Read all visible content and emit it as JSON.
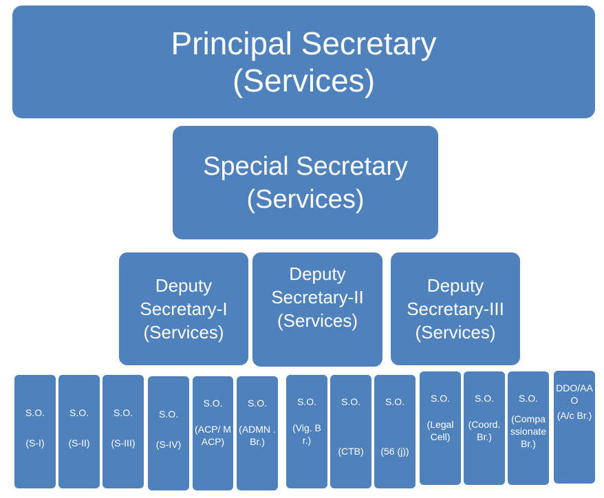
{
  "top": {
    "line1": "Principal Secretary",
    "line2": "(Services)"
  },
  "special": {
    "line1": "Special Secretary",
    "line2": "(Services)"
  },
  "deputies": [
    {
      "line1": "Deputy",
      "line2": "Secretary-I",
      "line3": "(Services)"
    },
    {
      "line1": "Deputy",
      "line2": "Secretary-II",
      "line3": "(Services)"
    },
    {
      "line1": "Deputy",
      "line2": "Secretary-III",
      "line3": "(Services)"
    }
  ],
  "offices": [
    {
      "title": "S.O.",
      "branch": "(S-I)"
    },
    {
      "title": "S.O.",
      "branch": "(S-II)"
    },
    {
      "title": "S.O.",
      "branch": "(S-III)"
    },
    {
      "title": "S.O.",
      "branch": "(S-IV)"
    },
    {
      "title": "S.O.",
      "branch": "(ACP/ MACP)"
    },
    {
      "title": "S.O.",
      "branch": "(ADMN . Br.)"
    },
    {
      "title": "S.O.",
      "branch": "(Vig. Br.)"
    },
    {
      "title": "S.O.",
      "branch": "(CTB)"
    },
    {
      "title": "S.O.",
      "branch": "(56 (j))"
    },
    {
      "title": "S.O.",
      "branch": "(Legal Cell)"
    },
    {
      "title": "S.O.",
      "branch": "(Coord. Br.)"
    },
    {
      "title": "S.O.",
      "branch": "(Compassionate Br.)"
    },
    {
      "title": "DDO/AAO",
      "branch": "(A/c Br.)"
    }
  ]
}
